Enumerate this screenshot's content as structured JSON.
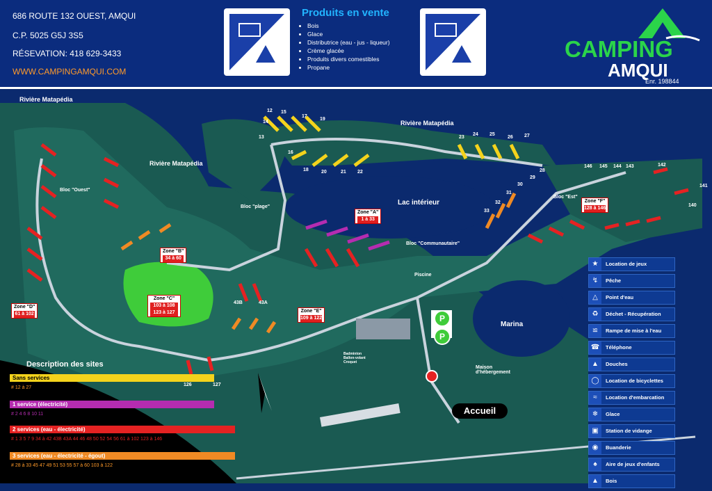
{
  "header": {
    "address": "686 ROUTE 132 OUEST, AMQUI",
    "postal": "C.P. 5025 G5J 3S5",
    "reservation": "RÉSEVATION: 418 629-3433",
    "website": "WWW.CAMPINGAMQUI.COM",
    "products_title": "Produits en vente",
    "products": [
      "Bois",
      "Glace",
      "Distributrice (eau - jus - liqueur)",
      "Crème glacée",
      "Produits divers comestibles",
      "Propane"
    ],
    "brand_top": "CAMPING",
    "brand_bottom": "AMQUI",
    "brand_enr": "Enr. 198844"
  },
  "map": {
    "labels": {
      "riviere1": "Rivière Matapédia",
      "riviere2": "Rivière Matapédia",
      "riviere3": "Rivière Matapédia",
      "lac": "Lac intérieur",
      "marina": "Marina",
      "bloc_ouest": "Bloc \"Ouest\"",
      "bloc_plage": "Bloc \"plage\"",
      "bloc_est": "Bloc \"Est\"",
      "bloc_comm": "Bloc \"Communautaire\"",
      "piscine": "Piscine",
      "maison": "Maison d'hébergement",
      "badminton": "Badminton Ballon-volant Croquet",
      "accueil": "Accueil"
    },
    "zones": [
      {
        "name": "Zone \"A\"",
        "range": "1 à 33"
      },
      {
        "name": "Zone \"B\"",
        "range": "34 à 60"
      },
      {
        "name": "Zone \"C\"",
        "range": "103 à 108 123 à 127"
      },
      {
        "name": "Zone \"D\"",
        "range": "61 à 102"
      },
      {
        "name": "Zone \"E\"",
        "range": "109 à 122"
      },
      {
        "name": "Zone \"F\"",
        "range": "128 à 146"
      }
    ],
    "site_numbers": [
      "12",
      "13",
      "14",
      "15",
      "16",
      "17",
      "18",
      "19",
      "20",
      "21",
      "22",
      "23",
      "24",
      "25",
      "26",
      "27",
      "28",
      "29",
      "30",
      "31",
      "32",
      "33",
      "140",
      "141",
      "142",
      "143",
      "144",
      "145",
      "146",
      "43B",
      "43A",
      "126",
      "127"
    ]
  },
  "legend": [
    {
      "icon": "running-icon",
      "label": "Location de jeux"
    },
    {
      "icon": "fishing-icon",
      "label": "Pêche"
    },
    {
      "icon": "water-tap-icon",
      "label": "Point d'eau"
    },
    {
      "icon": "recycle-bin-icon",
      "label": "Déchet - Récupération"
    },
    {
      "icon": "boat-ramp-icon",
      "label": "Rampe de mise à l'eau"
    },
    {
      "icon": "phone-icon",
      "label": "Téléphone"
    },
    {
      "icon": "shower-icon",
      "label": "Douches"
    },
    {
      "icon": "bicycle-icon",
      "label": "Location de bicyclettes"
    },
    {
      "icon": "canoe-icon",
      "label": "Location d'embarcation"
    },
    {
      "icon": "ice-icon",
      "label": "Glace"
    },
    {
      "icon": "dump-station-icon",
      "label": "Station de vidange"
    },
    {
      "icon": "laundry-icon",
      "label": "Buanderie"
    },
    {
      "icon": "playground-icon",
      "label": "Aire de jeux d'enfants"
    },
    {
      "icon": "wood-icon",
      "label": "Bois"
    }
  ],
  "description": {
    "title": "Description des sites",
    "categories": [
      {
        "label": "Sans services",
        "color": "#f4d31c",
        "sites": "#  12 à 27"
      },
      {
        "label": "1 service (électricité)",
        "color": "#b52cb0",
        "sites": "#  2  4  6  8  10  11"
      },
      {
        "label": "2 services (eau - électricité)",
        "color": "#e52222",
        "sites": "#  1  3  5  7  9  34 à 42  43B  43A  44  46  48  50  52  54  56  61 à 102  123 à 146"
      },
      {
        "label": "3 services (eau - électricité - égout)",
        "color": "#f08a24",
        "sites": "#  28 à 33  45  47  49  51  53  55  57 à 60  103 à 122"
      }
    ]
  },
  "colors": {
    "land": "#1a5a52",
    "water": "#0b2a6e",
    "road": "#c9d3dd"
  }
}
